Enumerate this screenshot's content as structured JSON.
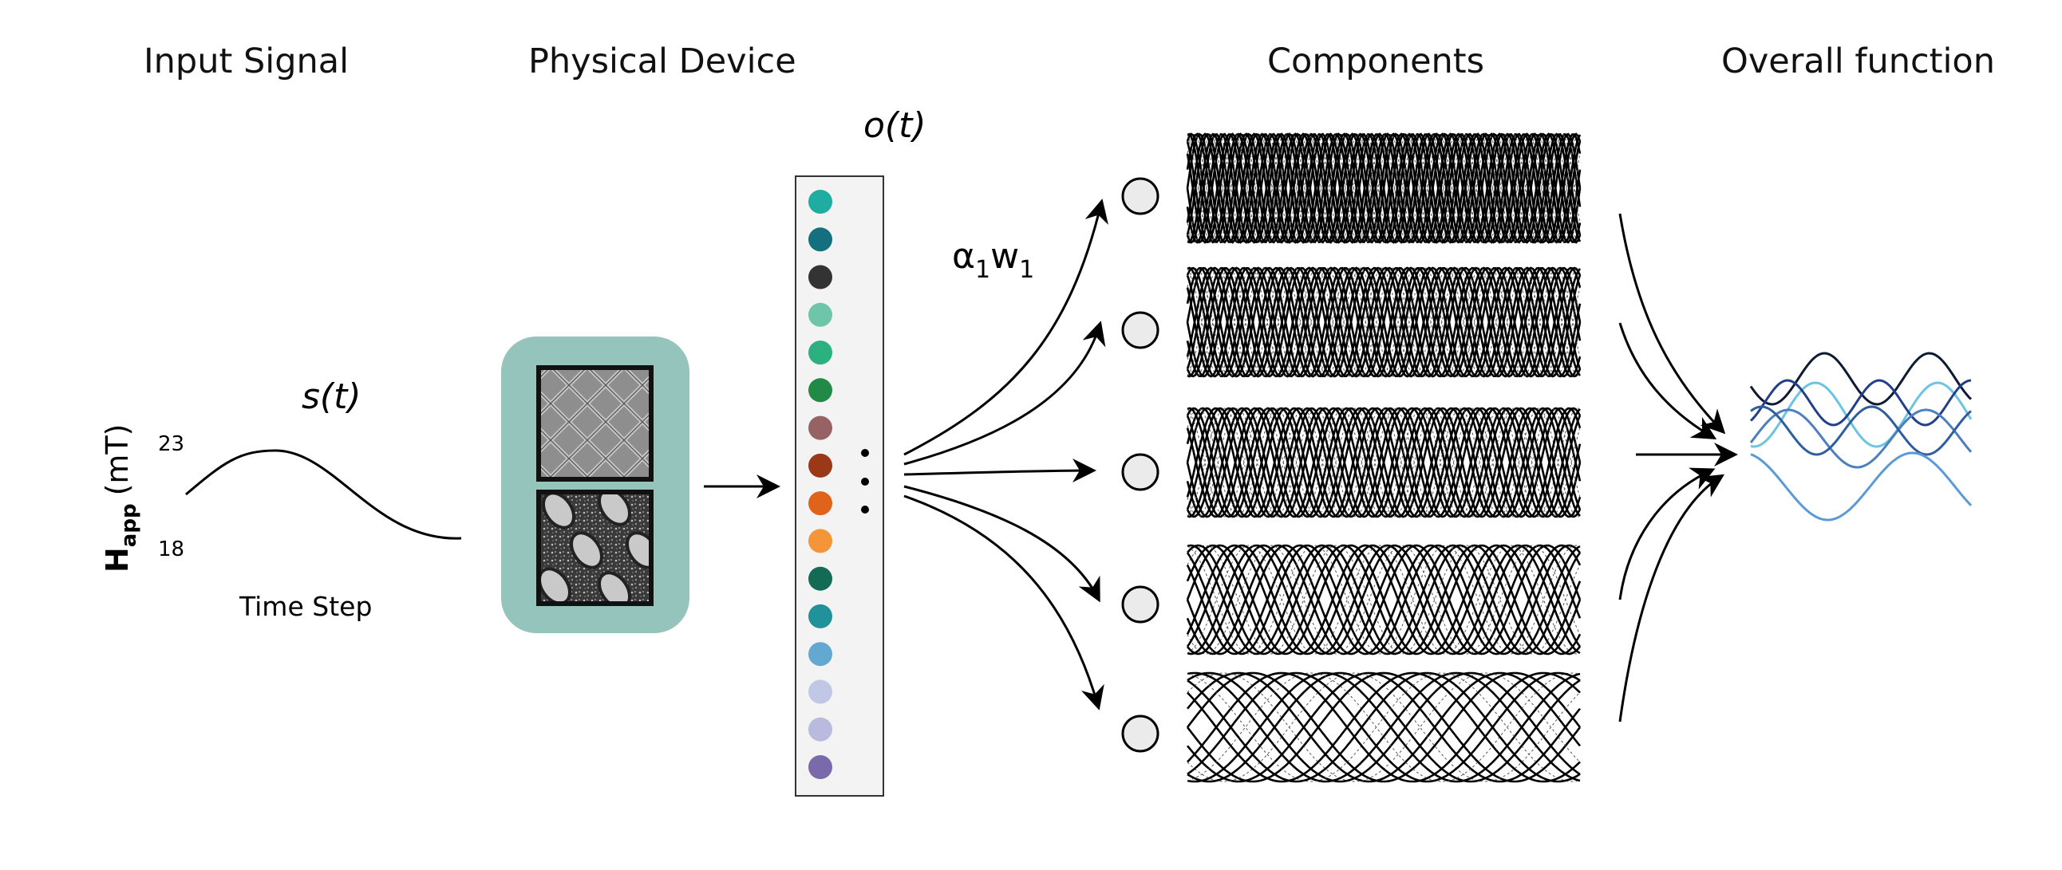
{
  "headings": {
    "input_signal": "Input Signal",
    "physical_device": "Physical Device",
    "components": "Components",
    "overall_function": "Overall function"
  },
  "signal": {
    "label": "s(t)",
    "axis_label_main": "H",
    "axis_label_sub": "app",
    "axis_label_unit": "(mT)",
    "y_max": "23",
    "y_min": "18",
    "x_label": "Time Step"
  },
  "output": {
    "label": "o(t)",
    "dot_colors": [
      "#1fada2",
      "#14707e",
      "#333333",
      "#6ec5a9",
      "#2bb07f",
      "#218a46",
      "#966264",
      "#9a3818",
      "#df6419",
      "#f4953a",
      "#136b55",
      "#22929a",
      "#63a8d0",
      "#c0c8e6",
      "#b8bade",
      "#7a6aac"
    ]
  },
  "weight_label": {
    "alpha": "α",
    "alpha_sub": "1",
    "w": "w",
    "w_sub": "1"
  },
  "components": {
    "rows": [
      {
        "cycles": 8
      },
      {
        "cycles": 6
      },
      {
        "cycles": 5
      },
      {
        "cycles": 3
      },
      {
        "cycles": 1.5
      }
    ]
  },
  "overall": {
    "line_colors": [
      "#0d1b33",
      "#6cc4e0",
      "#243f8a",
      "#4d7fc0",
      "#2f5e9e",
      "#5a9ad6"
    ]
  }
}
